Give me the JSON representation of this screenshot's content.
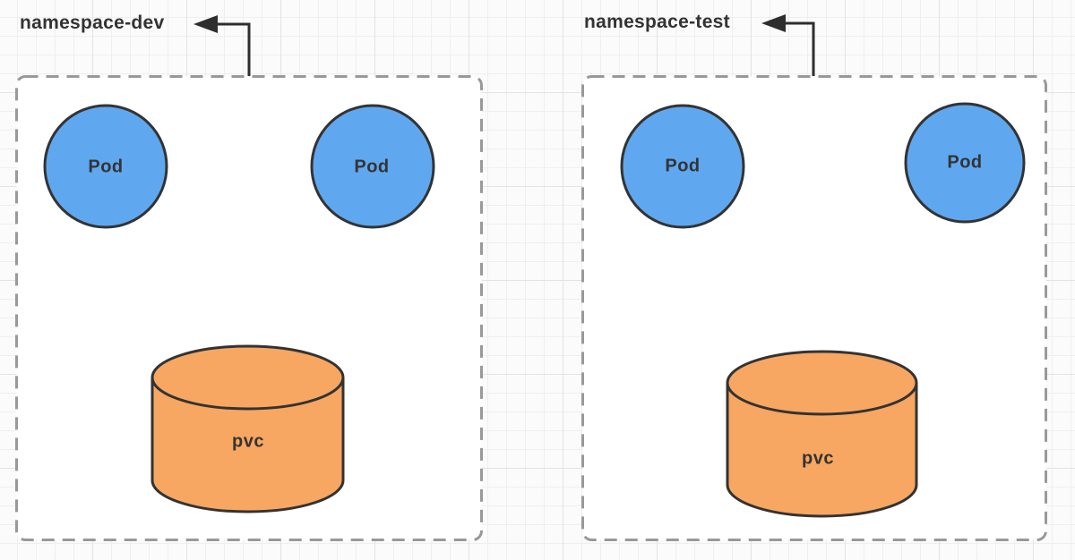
{
  "diagram": {
    "namespaces": [
      {
        "label": "namespace-dev",
        "pods": [
          {
            "label": "Pod"
          },
          {
            "label": "Pod"
          }
        ],
        "pvc": {
          "label": "pvc"
        }
      },
      {
        "label": "namespace-test",
        "pods": [
          {
            "label": "Pod"
          },
          {
            "label": "Pod"
          }
        ],
        "pvc": {
          "label": "pvc"
        }
      }
    ],
    "colors": {
      "pod_fill": "#5FA8F0",
      "pod_stroke": "#333333",
      "pvc_fill": "#F7A761",
      "pvc_stroke": "#333333",
      "namespace_border": "#999999",
      "namespace_fill": "#ffffff",
      "arrow": "#2e2e2e",
      "text": "#333333"
    }
  }
}
